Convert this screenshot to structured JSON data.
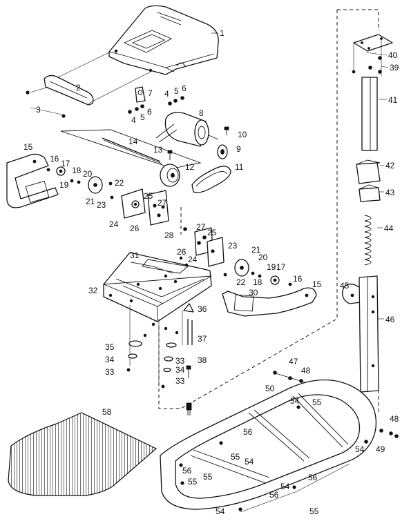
{
  "callouts": [
    {
      "id": "c1",
      "text": "1"
    },
    {
      "id": "c2",
      "text": "2"
    },
    {
      "id": "c3",
      "text": "3"
    },
    {
      "id": "c4a",
      "text": "4"
    },
    {
      "id": "c5a",
      "text": "5"
    },
    {
      "id": "c6a",
      "text": "6"
    },
    {
      "id": "c7",
      "text": "7"
    },
    {
      "id": "c4b",
      "text": "4"
    },
    {
      "id": "c5b",
      "text": "5"
    },
    {
      "id": "c6b",
      "text": "6"
    },
    {
      "id": "c8",
      "text": "8"
    },
    {
      "id": "c10",
      "text": "10"
    },
    {
      "id": "c9",
      "text": "9"
    },
    {
      "id": "c14",
      "text": "14"
    },
    {
      "id": "c13",
      "text": "13"
    },
    {
      "id": "c12",
      "text": "12"
    },
    {
      "id": "c11",
      "text": "11"
    },
    {
      "id": "c15a",
      "text": "15"
    },
    {
      "id": "c16a",
      "text": "16"
    },
    {
      "id": "c17a",
      "text": "17"
    },
    {
      "id": "c18a",
      "text": "18"
    },
    {
      "id": "c19a",
      "text": "19"
    },
    {
      "id": "c20a",
      "text": "20"
    },
    {
      "id": "c22a",
      "text": "22"
    },
    {
      "id": "c21a",
      "text": "21"
    },
    {
      "id": "c23a",
      "text": "23"
    },
    {
      "id": "c25a",
      "text": "25"
    },
    {
      "id": "c27a",
      "text": "27"
    },
    {
      "id": "c24a",
      "text": "24"
    },
    {
      "id": "c26a",
      "text": "26"
    },
    {
      "id": "c28",
      "text": "28"
    },
    {
      "id": "c27b",
      "text": "27"
    },
    {
      "id": "c25b",
      "text": "25"
    },
    {
      "id": "c26b",
      "text": "26"
    },
    {
      "id": "c24b",
      "text": "24"
    },
    {
      "id": "c23b",
      "text": "23"
    },
    {
      "id": "c21b",
      "text": "21"
    },
    {
      "id": "c20b",
      "text": "20"
    },
    {
      "id": "c19b",
      "text": "19"
    },
    {
      "id": "c17b",
      "text": "17"
    },
    {
      "id": "c22b",
      "text": "22"
    },
    {
      "id": "c18b",
      "text": "18"
    },
    {
      "id": "c16b",
      "text": "16"
    },
    {
      "id": "c15b",
      "text": "15"
    },
    {
      "id": "c30",
      "text": "30"
    },
    {
      "id": "c31",
      "text": "31"
    },
    {
      "id": "c32",
      "text": "32"
    },
    {
      "id": "c36",
      "text": "36"
    },
    {
      "id": "c37",
      "text": "37"
    },
    {
      "id": "c35",
      "text": "35"
    },
    {
      "id": "c34a",
      "text": "34"
    },
    {
      "id": "c33a",
      "text": "33"
    },
    {
      "id": "c33b",
      "text": "33"
    },
    {
      "id": "c34b",
      "text": "34"
    },
    {
      "id": "c33c",
      "text": "33"
    },
    {
      "id": "c38",
      "text": "38"
    },
    {
      "id": "c40",
      "text": "40"
    },
    {
      "id": "c39",
      "text": "39"
    },
    {
      "id": "c41",
      "text": "41"
    },
    {
      "id": "c42",
      "text": "42"
    },
    {
      "id": "c43",
      "text": "43"
    },
    {
      "id": "c44",
      "text": "44"
    },
    {
      "id": "c45",
      "text": "45"
    },
    {
      "id": "c46",
      "text": "46"
    },
    {
      "id": "c47",
      "text": "47"
    },
    {
      "id": "c48a",
      "text": "48"
    },
    {
      "id": "c50",
      "text": "50"
    },
    {
      "id": "c54a",
      "text": "54"
    },
    {
      "id": "c55a",
      "text": "55"
    },
    {
      "id": "c48b",
      "text": "48"
    },
    {
      "id": "c58",
      "text": "58"
    },
    {
      "id": "c56a",
      "text": "56"
    },
    {
      "id": "c55b",
      "text": "55"
    },
    {
      "id": "c54b",
      "text": "54"
    },
    {
      "id": "c54c",
      "text": "54"
    },
    {
      "id": "c49",
      "text": "49"
    },
    {
      "id": "c56b",
      "text": "56"
    },
    {
      "id": "c55c",
      "text": "55"
    },
    {
      "id": "c56c",
      "text": "56"
    },
    {
      "id": "c54d",
      "text": "54"
    },
    {
      "id": "c56d",
      "text": "56"
    },
    {
      "id": "c55d",
      "text": "55"
    },
    {
      "id": "c54e",
      "text": "54"
    },
    {
      "id": "c55e",
      "text": "55"
    }
  ]
}
